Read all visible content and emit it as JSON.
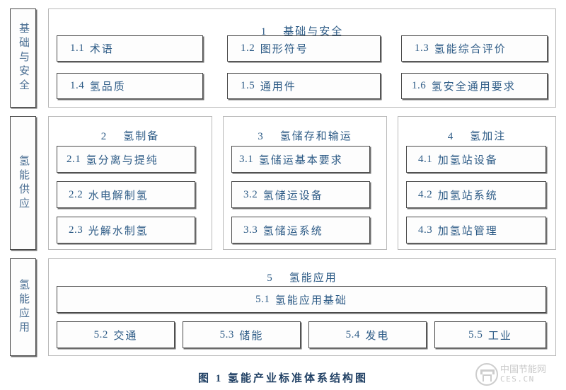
{
  "figure": {
    "caption": "图 1  氢能产业标准体系结构图",
    "caption_label": "图 1",
    "caption_title": "氢能产业标准体系结构图"
  },
  "categories": [
    {
      "id": "cat-foundation-safety",
      "label": "基础与安全"
    },
    {
      "id": "cat-hydrogen-supply",
      "label": "氢能供应"
    },
    {
      "id": "cat-hydrogen-application",
      "label": "氢能应用"
    }
  ],
  "groups": [
    {
      "id": "group-1",
      "number": "1",
      "title": "基础与安全",
      "items": [
        {
          "num": "1.1",
          "label": "术语"
        },
        {
          "num": "1.2",
          "label": "图形符号"
        },
        {
          "num": "1.3",
          "label": "氢能综合评价"
        },
        {
          "num": "1.4",
          "label": "氢品质"
        },
        {
          "num": "1.5",
          "label": "通用件"
        },
        {
          "num": "1.6",
          "label": "氢安全通用要求"
        }
      ]
    },
    {
      "id": "group-2",
      "number": "2",
      "title": "氢制备",
      "items": [
        {
          "num": "2.1",
          "label": "氢分离与提纯"
        },
        {
          "num": "2.2",
          "label": "水电解制氢"
        },
        {
          "num": "2.3",
          "label": "光解水制氢"
        }
      ]
    },
    {
      "id": "group-3",
      "number": "3",
      "title": "氢储存和输运",
      "items": [
        {
          "num": "3.1",
          "label": "氢储运基本要求"
        },
        {
          "num": "3.2",
          "label": "氢储运设备"
        },
        {
          "num": "3.3",
          "label": "氢储运系统"
        }
      ]
    },
    {
      "id": "group-4",
      "number": "4",
      "title": "氢加注",
      "items": [
        {
          "num": "4.1",
          "label": "加氢站设备"
        },
        {
          "num": "4.2",
          "label": "加氢站系统"
        },
        {
          "num": "4.3",
          "label": "加氢站管理"
        }
      ]
    },
    {
      "id": "group-5",
      "number": "5",
      "title": "氢能应用",
      "items": [
        {
          "num": "5.1",
          "label": "氢能应用基础"
        },
        {
          "num": "5.2",
          "label": "交通"
        },
        {
          "num": "5.3",
          "label": "储能"
        },
        {
          "num": "5.4",
          "label": "发电"
        },
        {
          "num": "5.5",
          "label": "工业"
        }
      ]
    }
  ],
  "watermark": {
    "cn": "中国节能网",
    "en": "CES.CN"
  },
  "colors": {
    "text_blue": "#2d5b86",
    "box_border": "#4a4a4a",
    "group_border": "#b9b9b9",
    "background": "#ffffff"
  }
}
